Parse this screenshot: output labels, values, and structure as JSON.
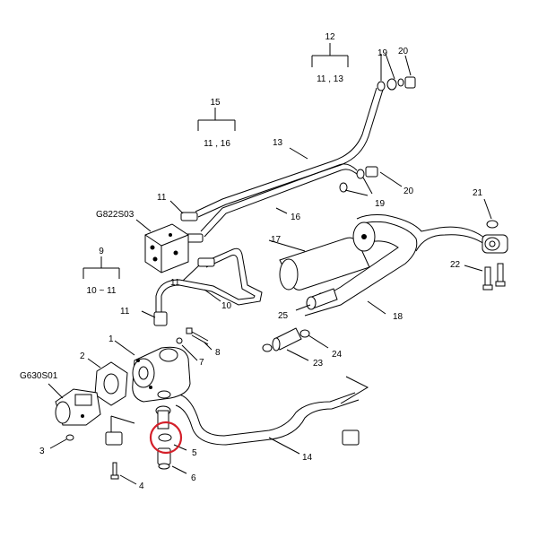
{
  "callouts": {
    "c1": "1",
    "c2": "2",
    "c3": "3",
    "c4": "4",
    "c5": "5",
    "c6": "6",
    "c7": "7",
    "c8": "8",
    "c9": "9",
    "c10": "10",
    "c11a": "11",
    "c11b": "11",
    "c11c": "11",
    "c12": "12",
    "c13": "13",
    "c14": "14",
    "c15": "15",
    "c16": "16",
    "c17": "17",
    "c18": "18",
    "c19a": "19",
    "c19b": "19",
    "c20a": "20",
    "c20b": "20",
    "c21": "21",
    "c22": "22",
    "c23": "23",
    "c24": "24",
    "c25": "25"
  },
  "groups": {
    "g12_range": "11 , 13",
    "g15_range": "11 , 16",
    "g9_range": "10 ~ 11"
  },
  "refs": {
    "ref_valve": "G822S03",
    "ref_pump": "G630S01"
  },
  "highlight_color": "#d4202a"
}
